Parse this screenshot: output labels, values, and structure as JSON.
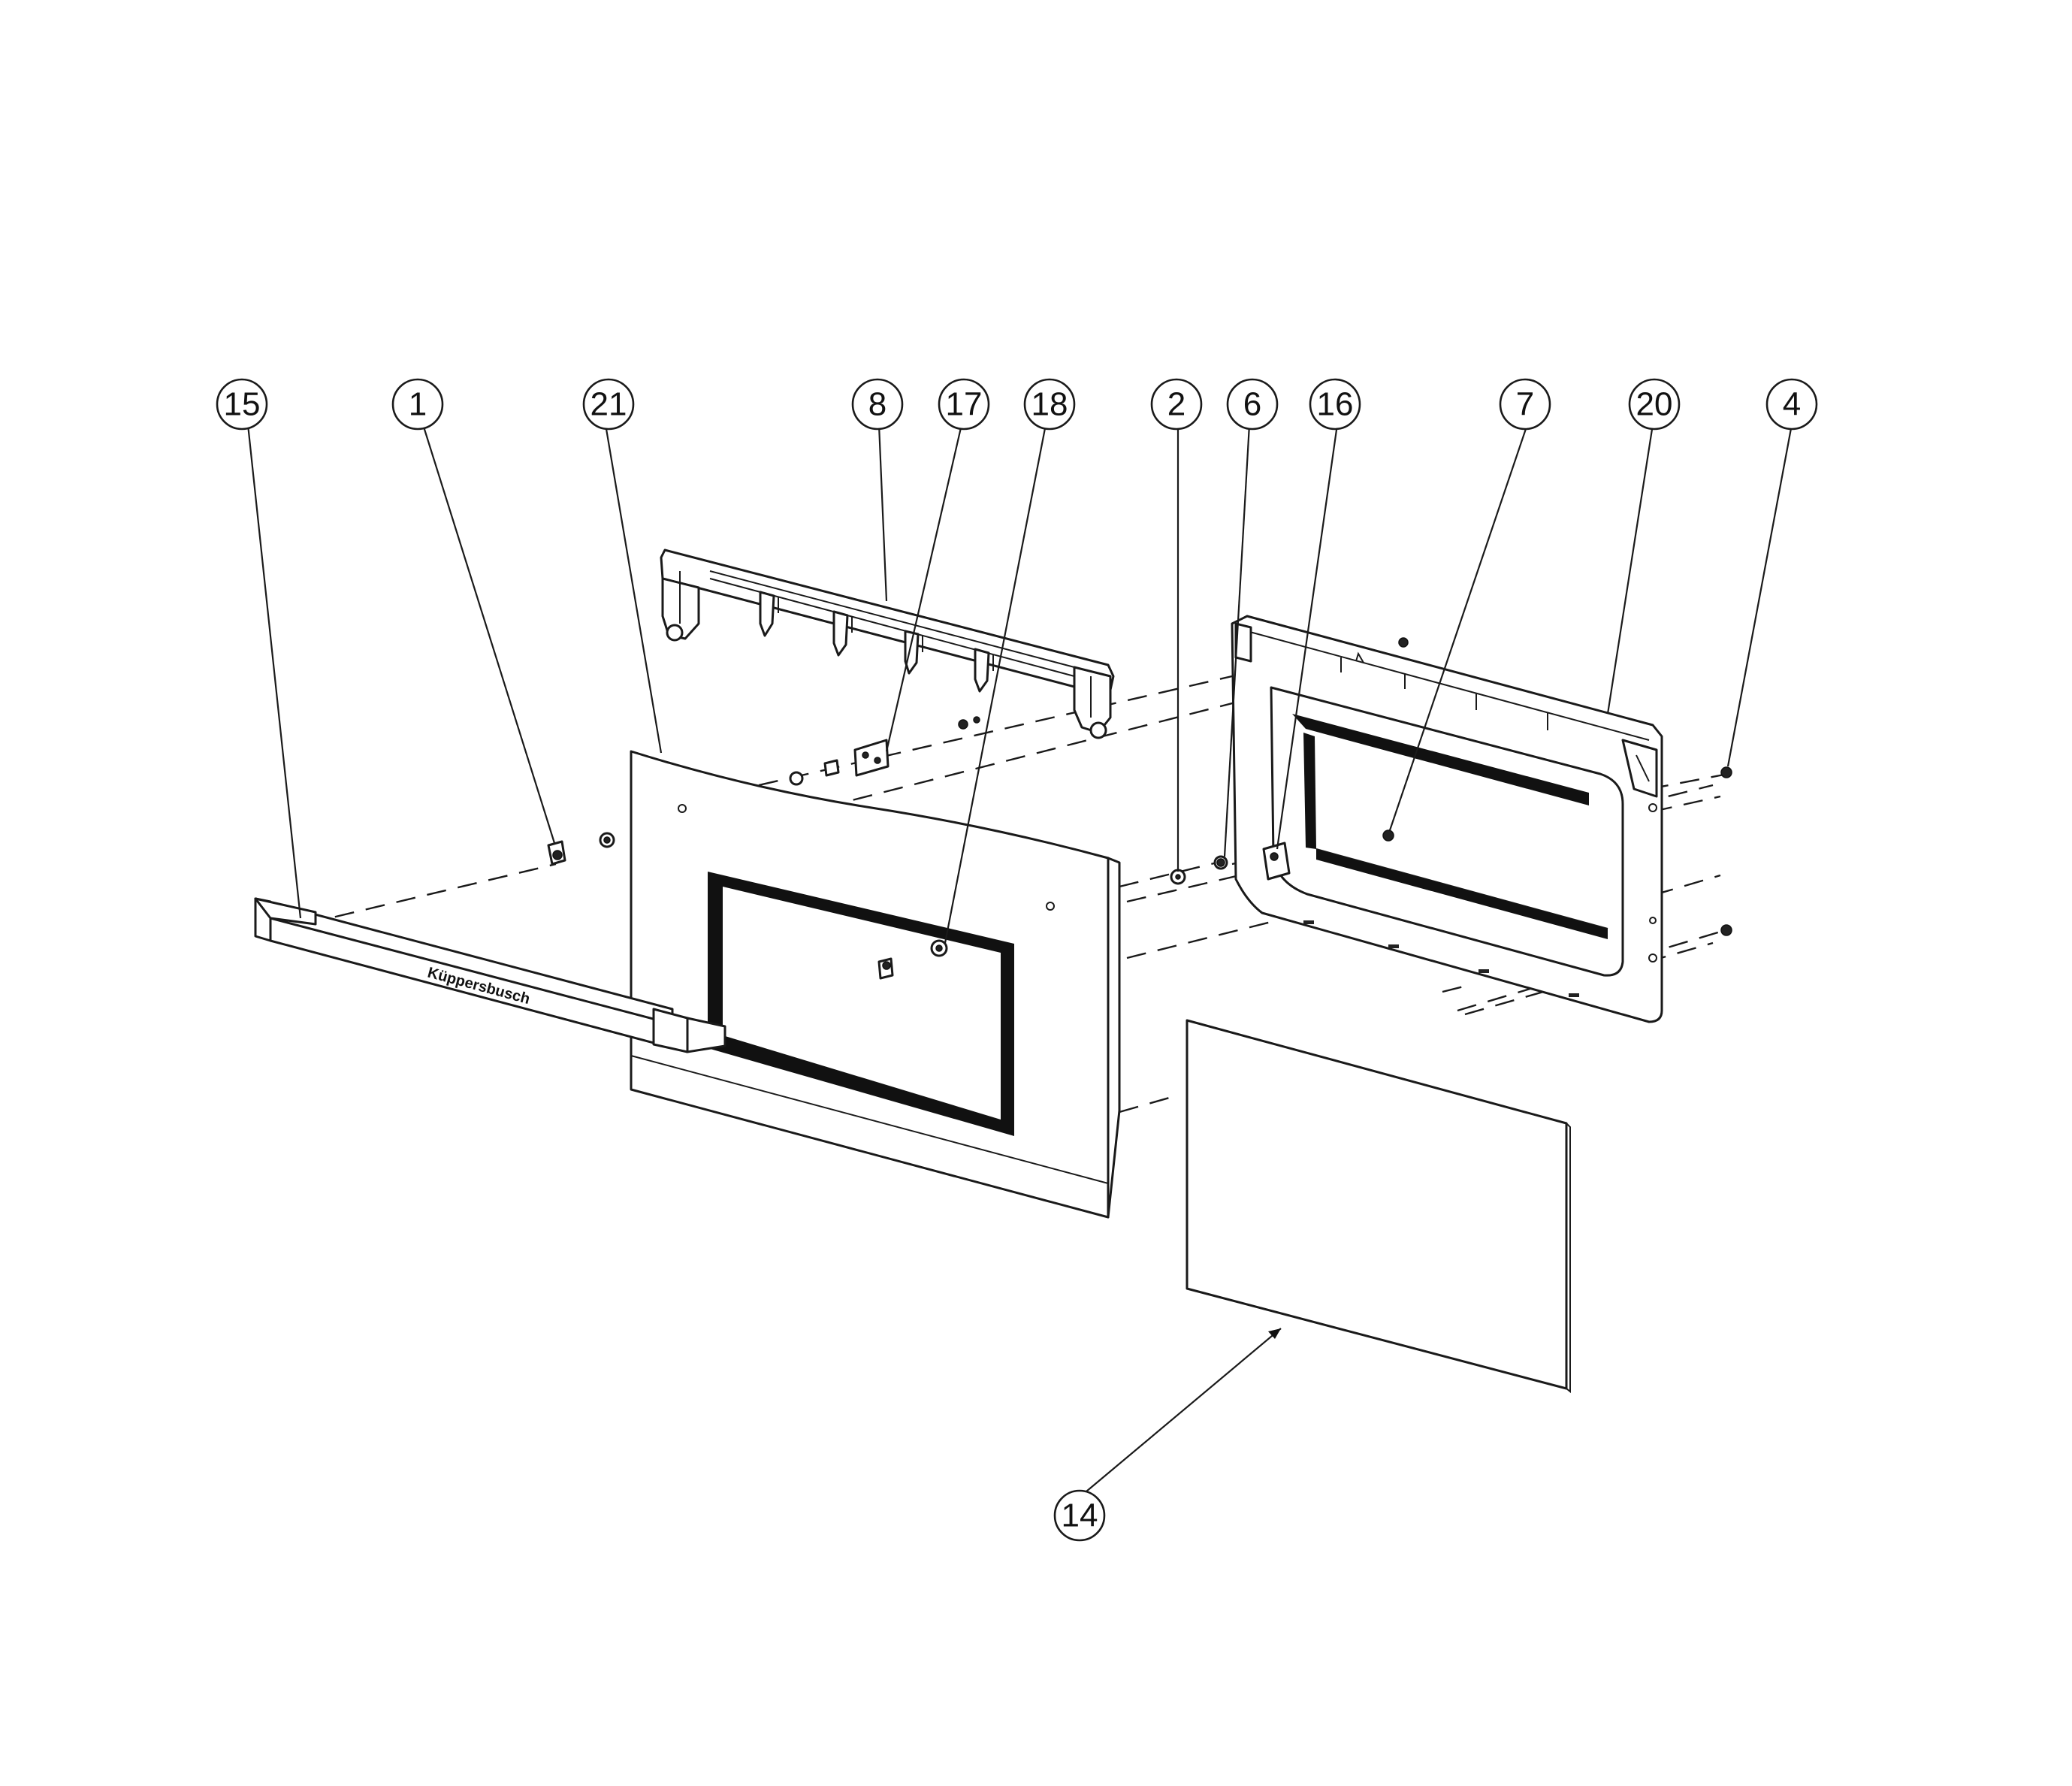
{
  "callouts": [
    {
      "id": "callout-15",
      "label": "15"
    },
    {
      "id": "callout-1",
      "label": "1"
    },
    {
      "id": "callout-21",
      "label": "21"
    },
    {
      "id": "callout-8",
      "label": "8"
    },
    {
      "id": "callout-17",
      "label": "17"
    },
    {
      "id": "callout-18",
      "label": "18"
    },
    {
      "id": "callout-2",
      "label": "2"
    },
    {
      "id": "callout-6",
      "label": "6"
    },
    {
      "id": "callout-16",
      "label": "16"
    },
    {
      "id": "callout-7",
      "label": "7"
    },
    {
      "id": "callout-20",
      "label": "20"
    },
    {
      "id": "callout-4",
      "label": "4"
    },
    {
      "id": "callout-14",
      "label": "14"
    }
  ],
  "handle": {
    "brand_text": "Küppersbusch"
  },
  "colors": {
    "line": "#1a1a1a",
    "background": "#ffffff"
  }
}
